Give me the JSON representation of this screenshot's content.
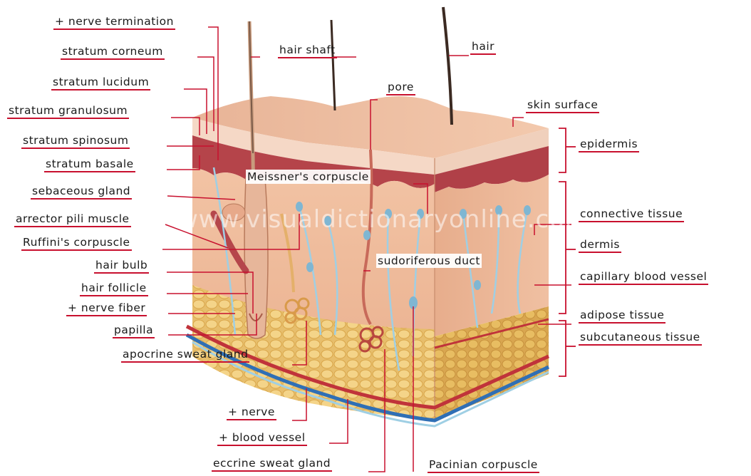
{
  "labels": {
    "nerve_termination": "+ nerve termination",
    "stratum_corneum": "stratum corneum",
    "stratum_lucidum": "stratum lucidum",
    "stratum_granulosum": "stratum granulosum",
    "stratum_spinosum": "stratum spinosum",
    "stratum_basale": "stratum basale",
    "sebaceous_gland": "sebaceous gland",
    "arrector_pili_muscle": "arrector pili muscle",
    "ruffinis_corpuscle": "Ruffini's corpuscle",
    "hair_bulb": "hair bulb",
    "hair_follicle": "hair follicle",
    "nerve_fiber": "+ nerve fiber",
    "papilla": "papilla",
    "apocrine_sweat_gland": "apocrine sweat gland",
    "nerve": "+ nerve",
    "blood_vessel": "+ blood vessel",
    "eccrine_sweat_gland": "eccrine sweat gland",
    "hair_shaft": "hair shaft",
    "hair": "hair",
    "pore": "pore",
    "skin_surface": "skin surface",
    "meissners_corpuscle": "Meissner's corpuscle",
    "sudoriferous_duct": "sudoriferous duct",
    "pacinian_corpuscle": "Pacinian corpuscle",
    "epidermis": "epidermis",
    "connective_tissue": "connective tissue",
    "dermis": "dermis",
    "capillary_blood_vessel": "capillary blood vessel",
    "adipose_tissue": "adipose tissue",
    "subcutaneous_tissue": "subcutaneous tissue"
  },
  "watermark": "www.visualdictionaryonline.com",
  "colors": {
    "leader_line": "#c8102e",
    "skin_surface": "#e9b59a",
    "epidermis_dark": "#b5444a",
    "dermis": "#f0bd9c",
    "fat": "#e8c070",
    "artery": "#c0333a",
    "vein": "#2f6fb5",
    "nerve": "#a9d3e6"
  }
}
